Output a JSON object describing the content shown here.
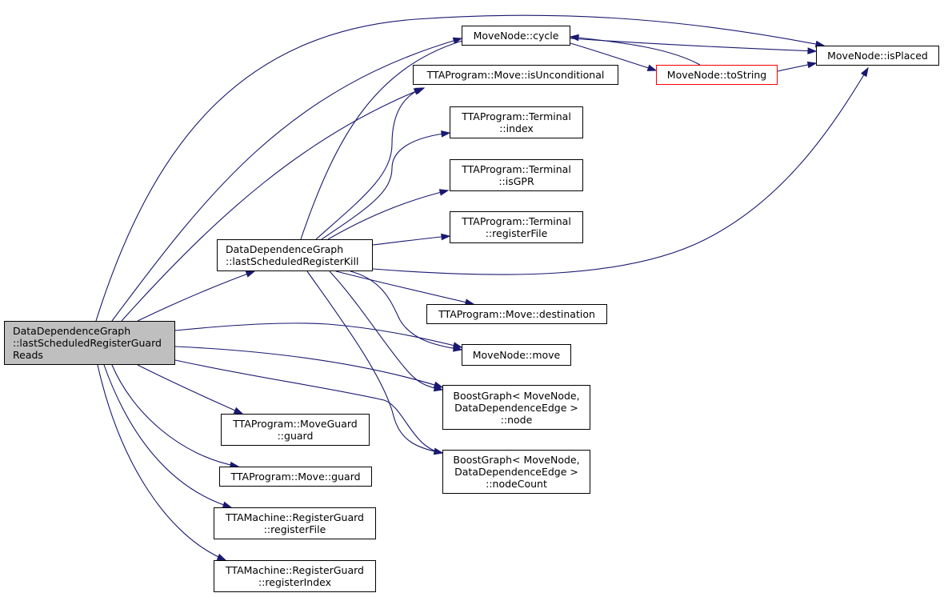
{
  "colors": {
    "edge": "#191970",
    "node_border": "#000000",
    "current_fill": "#bfbfbf",
    "truncated_border": "#ff0000"
  },
  "nodes": [
    {
      "id": "root",
      "lines": [
        "DataDependenceGraph",
        "::lastScheduledRegisterGuard",
        "Reads"
      ],
      "style": "current",
      "align": "left"
    },
    {
      "id": "lastKill",
      "lines": [
        "DataDependenceGraph",
        "::lastScheduledRegisterKill"
      ],
      "style": "normal",
      "align": "left"
    },
    {
      "id": "cycle",
      "lines": [
        "MoveNode::cycle"
      ],
      "style": "normal",
      "align": "center"
    },
    {
      "id": "isUncond",
      "lines": [
        "TTAProgram::Move::isUnconditional"
      ],
      "style": "normal",
      "align": "center"
    },
    {
      "id": "toString",
      "lines": [
        "MoveNode::toString"
      ],
      "style": "truncated",
      "align": "center"
    },
    {
      "id": "isPlaced",
      "lines": [
        "MoveNode::isPlaced"
      ],
      "style": "normal",
      "align": "center"
    },
    {
      "id": "termIndex",
      "lines": [
        "TTAProgram::Terminal",
        "::index"
      ],
      "style": "normal",
      "align": "center"
    },
    {
      "id": "termIsGPR",
      "lines": [
        "TTAProgram::Terminal",
        "::isGPR"
      ],
      "style": "normal",
      "align": "center"
    },
    {
      "id": "termRF",
      "lines": [
        "TTAProgram::Terminal",
        "::registerFile"
      ],
      "style": "normal",
      "align": "center"
    },
    {
      "id": "destination",
      "lines": [
        "TTAProgram::Move::destination"
      ],
      "style": "normal",
      "align": "center"
    },
    {
      "id": "move",
      "lines": [
        "MoveNode::move"
      ],
      "style": "normal",
      "align": "center"
    },
    {
      "id": "bgNode",
      "lines": [
        "BoostGraph< MoveNode,",
        "DataDependenceEdge >",
        "::node"
      ],
      "style": "normal",
      "align": "center"
    },
    {
      "id": "bgNodeCount",
      "lines": [
        "BoostGraph< MoveNode,",
        "DataDependenceEdge >",
        "::nodeCount"
      ],
      "style": "normal",
      "align": "center"
    },
    {
      "id": "mgGuard",
      "lines": [
        "TTAProgram::MoveGuard",
        "::guard"
      ],
      "style": "normal",
      "align": "center"
    },
    {
      "id": "moveGuard",
      "lines": [
        "TTAProgram::Move::guard"
      ],
      "style": "normal",
      "align": "center"
    },
    {
      "id": "rgRF",
      "lines": [
        "TTAMachine::RegisterGuard",
        "::registerFile"
      ],
      "style": "normal",
      "align": "center"
    },
    {
      "id": "rgRI",
      "lines": [
        "TTAMachine::RegisterGuard",
        "::registerIndex"
      ],
      "style": "normal",
      "align": "center"
    }
  ],
  "edges": [
    {
      "from": "root",
      "to": "isPlaced"
    },
    {
      "from": "root",
      "to": "cycle"
    },
    {
      "from": "root",
      "to": "isUncond"
    },
    {
      "from": "root",
      "to": "lastKill"
    },
    {
      "from": "root",
      "to": "move"
    },
    {
      "from": "root",
      "to": "bgNode"
    },
    {
      "from": "root",
      "to": "bgNodeCount"
    },
    {
      "from": "root",
      "to": "mgGuard"
    },
    {
      "from": "root",
      "to": "moveGuard"
    },
    {
      "from": "root",
      "to": "rgRF"
    },
    {
      "from": "root",
      "to": "rgRI"
    },
    {
      "from": "lastKill",
      "to": "cycle"
    },
    {
      "from": "lastKill",
      "to": "isUncond"
    },
    {
      "from": "lastKill",
      "to": "termIndex"
    },
    {
      "from": "lastKill",
      "to": "termIsGPR"
    },
    {
      "from": "lastKill",
      "to": "termRF"
    },
    {
      "from": "lastKill",
      "to": "isPlaced"
    },
    {
      "from": "lastKill",
      "to": "destination"
    },
    {
      "from": "lastKill",
      "to": "move"
    },
    {
      "from": "lastKill",
      "to": "bgNode"
    },
    {
      "from": "lastKill",
      "to": "bgNodeCount"
    },
    {
      "from": "cycle",
      "to": "isPlaced"
    },
    {
      "from": "cycle",
      "to": "toString"
    },
    {
      "from": "toString",
      "to": "cycle"
    },
    {
      "from": "toString",
      "to": "isPlaced"
    }
  ]
}
